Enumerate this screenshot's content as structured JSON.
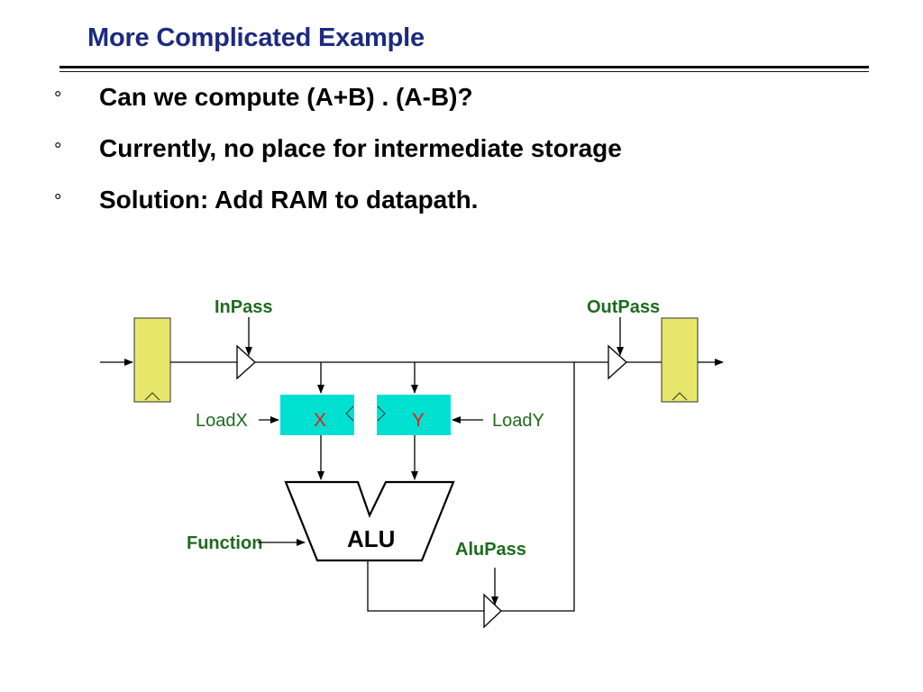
{
  "slide": {
    "title": "More Complicated Example",
    "bullets": [
      {
        "marker": "°",
        "text": "Can we compute (A+B) . (A-B)?"
      },
      {
        "marker": "°",
        "text": "Currently, no place for intermediate storage"
      },
      {
        "marker": "°",
        "text": "Solution: Add RAM to datapath."
      }
    ]
  },
  "diagram": {
    "in_pass": "InPass",
    "out_pass": "OutPass",
    "load_x": "LoadX",
    "load_y": "LoadY",
    "reg_x": "X",
    "reg_y": "Y",
    "alu": "ALU",
    "function": "Function",
    "alu_pass": "AluPass"
  },
  "colors": {
    "title": "#1c2a80",
    "label_green": "#1e6b1e",
    "register_fill": "#00e0d0",
    "register_text": "#e0201c",
    "io_register_fill": "#e6e66a"
  }
}
